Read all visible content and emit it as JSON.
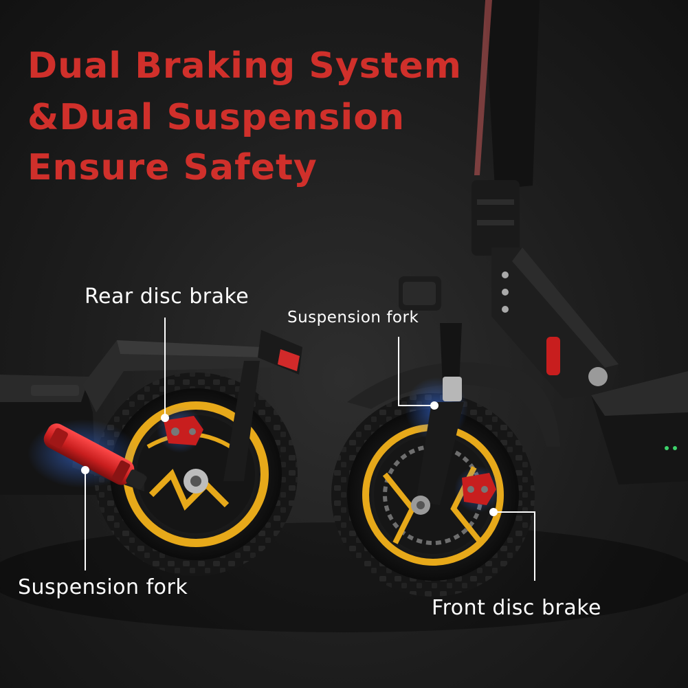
{
  "headline": {
    "line1": "Dual Braking System",
    "line2": "&Dual Suspension",
    "line3": "Ensure Safety",
    "color": "#d0302b"
  },
  "callouts": {
    "rear_disc_brake": "Rear disc brake",
    "suspension_fork_rear": "Suspension fork",
    "suspension_fork_front": "Suspension fork",
    "front_disc_brake": "Front disc brake"
  },
  "colors": {
    "background": "#1d1d1d",
    "rim_accent": "#e7a91a",
    "caliper_red": "#c81e1e",
    "callout_text": "#ffffff"
  }
}
